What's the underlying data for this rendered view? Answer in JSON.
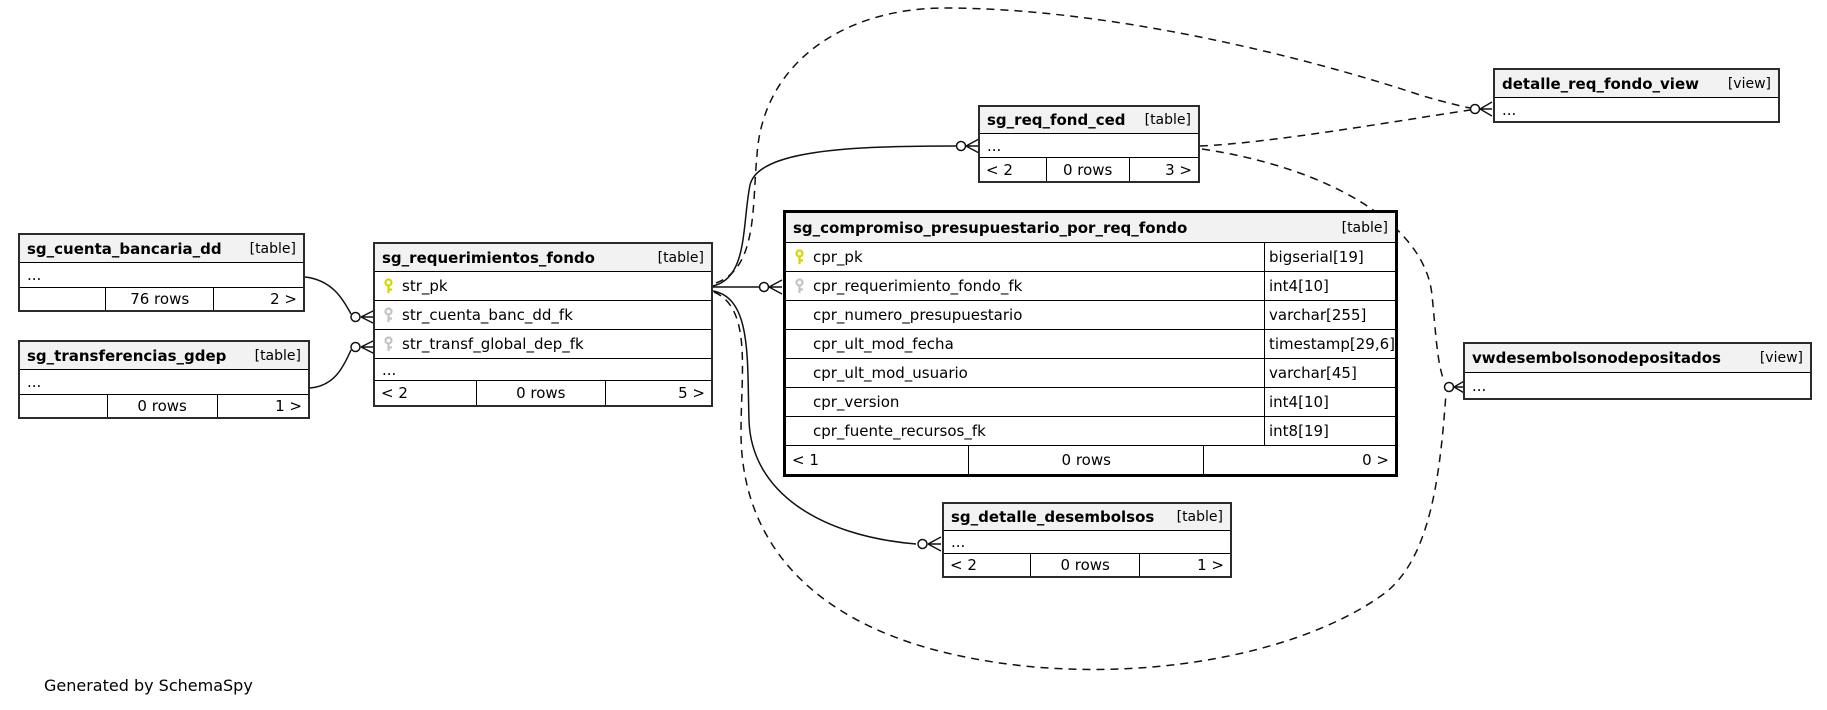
{
  "note": "Generated by SchemaSpy",
  "entities": {
    "cuenta": {
      "title": "sg_cuenta_bancaria_dd",
      "kind": "[table]",
      "ellipsis": "...",
      "footer_left": "",
      "footer_center": "76 rows",
      "footer_right": "2 >"
    },
    "transferencias": {
      "title": "sg_transferencias_gdep",
      "kind": "[table]",
      "ellipsis": "...",
      "footer_left": "",
      "footer_center": "0 rows",
      "footer_right": "1 >"
    },
    "requerimientos": {
      "title": "sg_requerimientos_fondo",
      "kind": "[table]",
      "ellipsis": "...",
      "columns": [
        {
          "name": "str_pk",
          "key": "pk"
        },
        {
          "name": "str_cuenta_banc_dd_fk",
          "key": "fk"
        },
        {
          "name": "str_transf_global_dep_fk",
          "key": "fk"
        }
      ],
      "footer_left": "< 2",
      "footer_center": "0 rows",
      "footer_right": "5 >"
    },
    "req_fond_ced": {
      "title": "sg_req_fond_ced",
      "kind": "[table]",
      "ellipsis": "...",
      "footer_left": "< 2",
      "footer_center": "0 rows",
      "footer_right": "3 >"
    },
    "compromiso": {
      "title": "sg_compromiso_presupuestario_por_req_fondo",
      "kind": "[table]",
      "columns": [
        {
          "name": "cpr_pk",
          "type": "bigserial[19]",
          "key": "pk"
        },
        {
          "name": "cpr_requerimiento_fondo_fk",
          "type": "int4[10]",
          "key": "fk"
        },
        {
          "name": "cpr_numero_presupuestario",
          "type": "varchar[255]",
          "key": ""
        },
        {
          "name": "cpr_ult_mod_fecha",
          "type": "timestamp[29,6]",
          "key": ""
        },
        {
          "name": "cpr_ult_mod_usuario",
          "type": "varchar[45]",
          "key": ""
        },
        {
          "name": "cpr_version",
          "type": "int4[10]",
          "key": ""
        },
        {
          "name": "cpr_fuente_recursos_fk",
          "type": "int8[19]",
          "key": ""
        }
      ],
      "footer_left": "< 1",
      "footer_center": "0 rows",
      "footer_right": "0 >"
    },
    "detalle_desembolsos": {
      "title": "sg_detalle_desembolsos",
      "kind": "[table]",
      "ellipsis": "...",
      "footer_left": "< 2",
      "footer_center": "0 rows",
      "footer_right": "1 >"
    },
    "detalle_view": {
      "title": "detalle_req_fondo_view",
      "kind": "[view]",
      "ellipsis": "..."
    },
    "vw_view": {
      "title": "vwdesembolsonodepositados",
      "kind": "[view]",
      "ellipsis": "..."
    }
  },
  "colors": {
    "primary_key": "#d6d600",
    "foreign_key": "#c4c4c4",
    "header_bg": "#f2f2f2",
    "line": "#111111"
  },
  "relationships": [
    {
      "from": "sg_cuenta_bancaria_dd",
      "to": "sg_requerimientos_fondo.str_cuenta_banc_dd_fk",
      "style": "solid"
    },
    {
      "from": "sg_transferencias_gdep",
      "to": "sg_requerimientos_fondo.str_transf_global_dep_fk",
      "style": "solid"
    },
    {
      "from": "sg_requerimientos_fondo.str_pk",
      "to": "sg_compromiso_presupuestario_por_req_fondo.cpr_requerimiento_fondo_fk",
      "style": "solid"
    },
    {
      "from": "sg_requerimientos_fondo.str_pk",
      "to": "sg_req_fond_ced",
      "style": "solid"
    },
    {
      "from": "sg_requerimientos_fondo.str_pk",
      "to": "sg_detalle_desembolsos",
      "style": "solid"
    },
    {
      "from": "sg_requerimientos_fondo.str_pk",
      "to": "detalle_req_fondo_view",
      "style": "dashed"
    },
    {
      "from": "sg_req_fond_ced",
      "to": "detalle_req_fondo_view",
      "style": "dashed"
    },
    {
      "from": "sg_req_fond_ced",
      "to": "vwdesembolsonodepositados",
      "style": "dashed"
    },
    {
      "from": "sg_requerimientos_fondo.str_pk",
      "to": "vwdesembolsonodepositados",
      "style": "dashed"
    }
  ]
}
